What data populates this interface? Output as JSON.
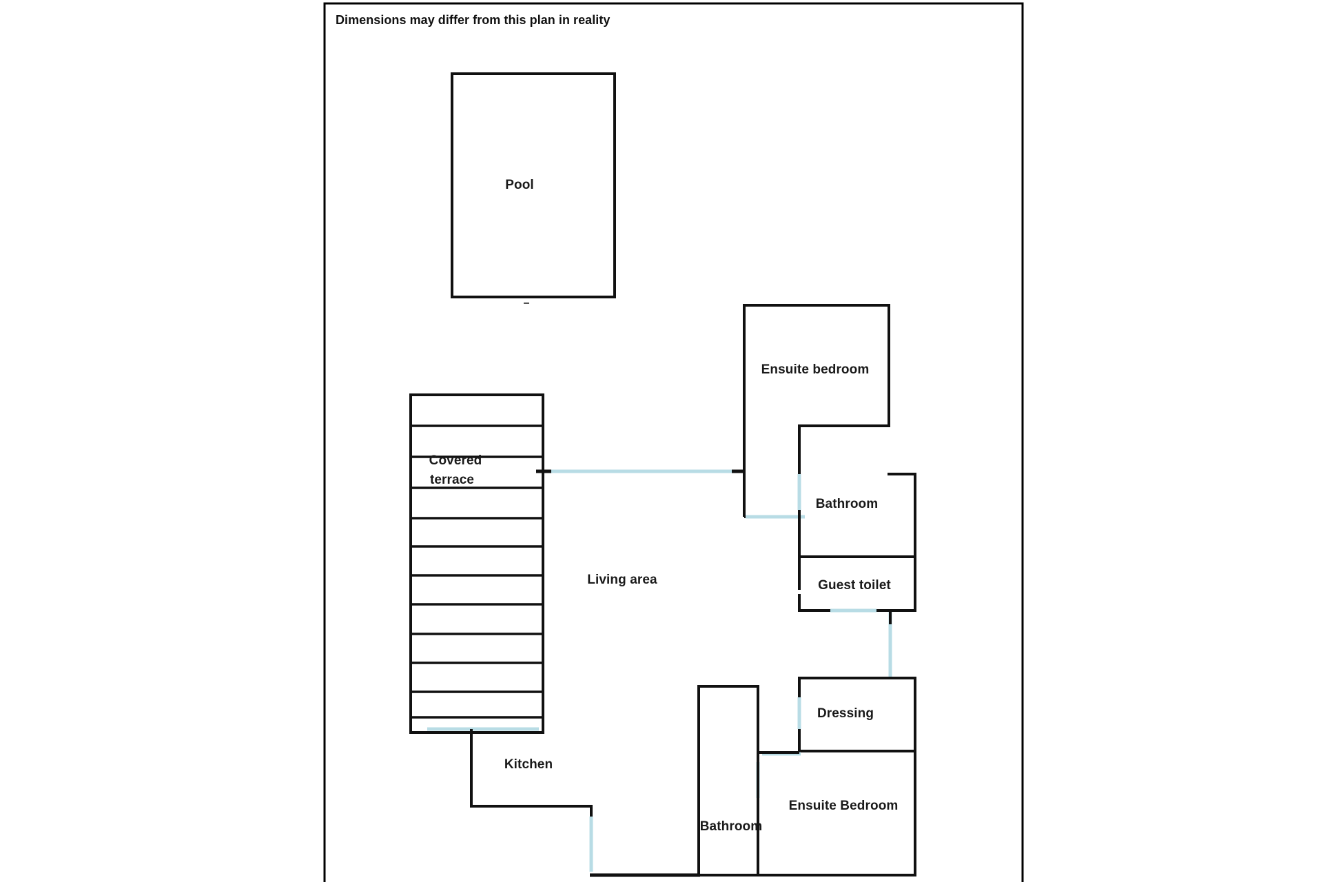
{
  "document": {
    "note": "Dimensions may differ from this plan in reality",
    "page_border_color": "#000000",
    "background_color": "#ffffff",
    "wall_color": "#111111",
    "door_color": "#b8dce5",
    "label_color": "#1a1a1a"
  },
  "rooms": [
    {
      "id": "pool",
      "label": "Pool"
    },
    {
      "id": "covered-terrace",
      "label_line1": "Covered",
      "label_line2": "terrace"
    },
    {
      "id": "living-area",
      "label": "Living area"
    },
    {
      "id": "ensuite-bedroom-upper",
      "label": "Ensuite bedroom"
    },
    {
      "id": "bathroom-upper",
      "label": "Bathroom"
    },
    {
      "id": "guest-toilet",
      "label": "Guest toilet"
    },
    {
      "id": "dressing",
      "label": "Dressing"
    },
    {
      "id": "ensuite-bedroom-lower",
      "label": "Ensuite Bedroom"
    },
    {
      "id": "bathroom-lower",
      "label": "Bathroom"
    },
    {
      "id": "kitchen",
      "label": "Kitchen"
    }
  ],
  "labels": {
    "pool": "Pool",
    "covered_terrace_line1": "Covered",
    "covered_terrace_line2": "terrace",
    "living_area": "Living area",
    "ensuite_bedroom_upper": "Ensuite bedroom",
    "bathroom_upper": "Bathroom",
    "guest_toilet": "Guest toilet",
    "dressing": "Dressing",
    "ensuite_bedroom_lower": "Ensuite Bedroom",
    "bathroom_lower": "Bathroom",
    "kitchen": "Kitchen"
  },
  "terrace": {
    "slat_count": 11
  }
}
